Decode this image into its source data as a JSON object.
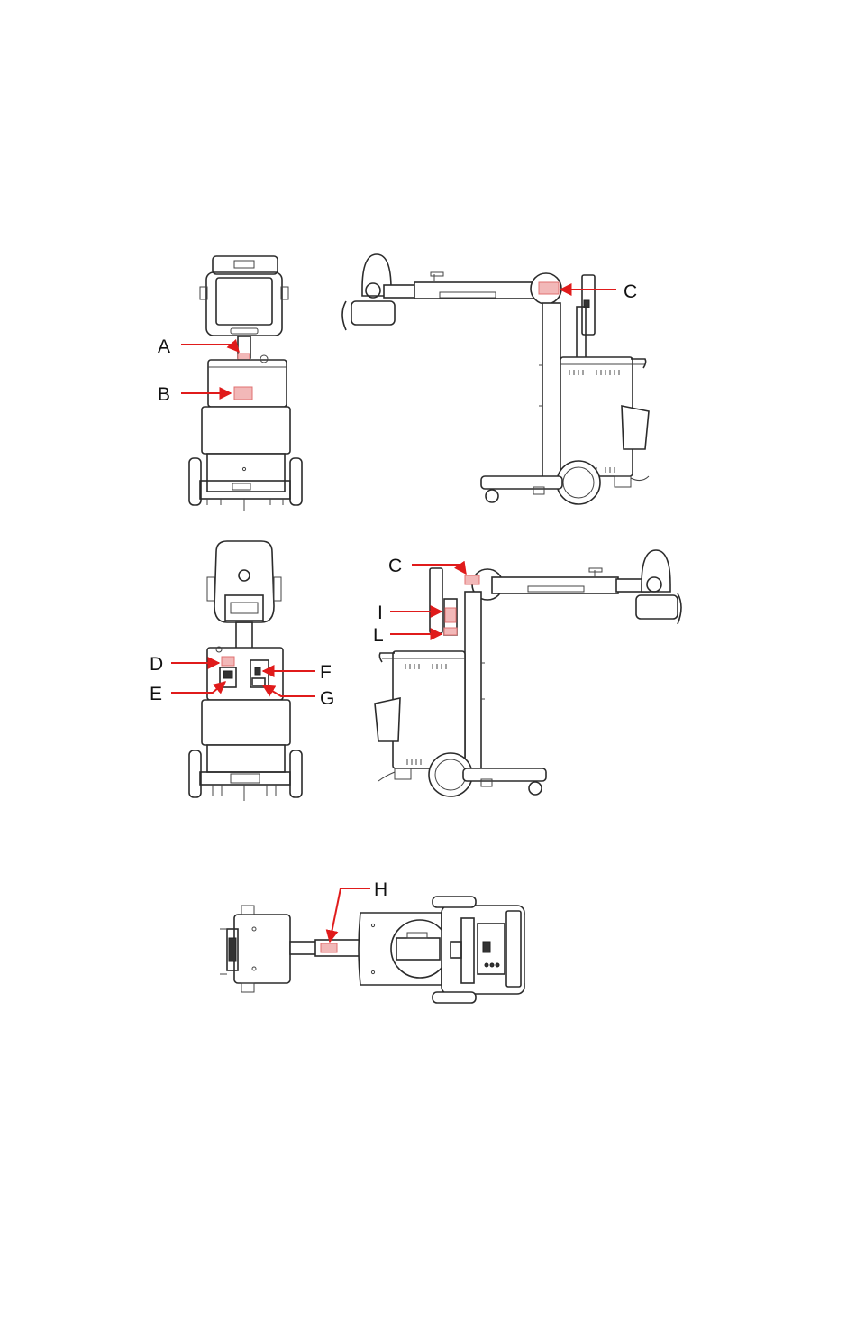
{
  "callouts": {
    "A": "A",
    "B": "B",
    "C_top": "C",
    "C_mid": "C",
    "D": "D",
    "E": "E",
    "F": "F",
    "G": "G",
    "H": "H",
    "I": "I",
    "L": "L"
  },
  "colors": {
    "arrow": "#e01b1b",
    "highlight": "#f2b8b8",
    "line": "#2b2b2b"
  }
}
